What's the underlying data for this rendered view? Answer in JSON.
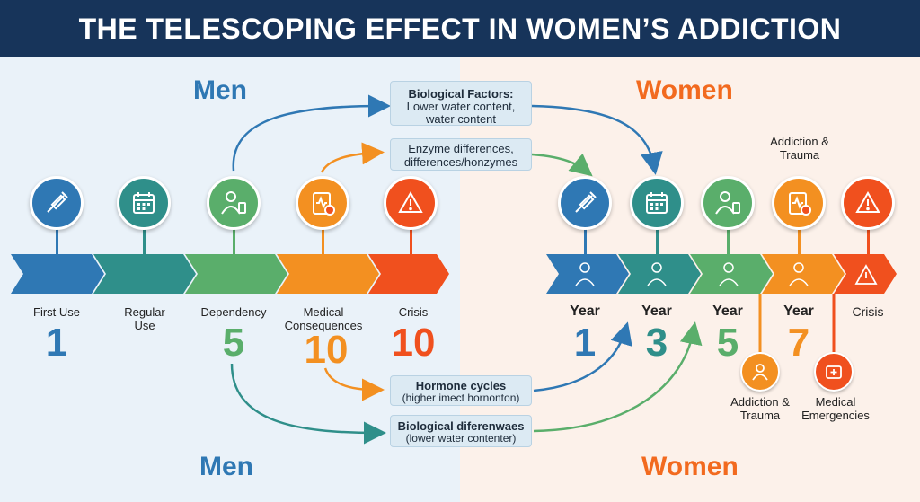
{
  "title": "THE TELESCOPING EFFECT IN WOMEN’S ADDICTION",
  "colors": {
    "header": "#17345a",
    "men": "#2f78b4",
    "women": "#f26a1f",
    "blue": "#2f78b4",
    "teal": "#2f8f8a",
    "green": "#5aae6b",
    "orange": "#f39021",
    "red": "#f0501e"
  },
  "men": {
    "heading": "Men",
    "footer": "Men",
    "stages": [
      {
        "label": "First Use",
        "number": "1",
        "icon": "syringe-icon",
        "color": "#2f78b4"
      },
      {
        "label": "Regular Use",
        "number": "",
        "icon": "calendar-icon",
        "color": "#2f8f8a"
      },
      {
        "label": "Dependency",
        "number": "5",
        "icon": "person-bottle-icon",
        "color": "#5aae6b"
      },
      {
        "label": "Medical Consequences",
        "number": "10",
        "icon": "medical-chart-icon",
        "color": "#f39021"
      },
      {
        "label": "Crisis",
        "number": "10",
        "icon": "warning-icon",
        "color": "#f0501e"
      }
    ]
  },
  "women": {
    "heading": "Women",
    "footer": "Women",
    "top_note": "Addiction & Trauma",
    "stages": [
      {
        "label": "Year",
        "number": "1",
        "icon": "syringe-icon",
        "color": "#2f78b4"
      },
      {
        "label": "Year",
        "number": "3",
        "icon": "calendar-icon",
        "color": "#2f8f8a"
      },
      {
        "label": "Year",
        "number": "5",
        "icon": "person-bottle-icon",
        "color": "#5aae6b"
      },
      {
        "label": "Year",
        "number": "7",
        "icon": "medical-chart-icon",
        "color": "#f39021"
      },
      {
        "label": "Crisis",
        "number": "",
        "icon": "warning-icon",
        "color": "#f0501e"
      }
    ],
    "branches": [
      {
        "label": "Addiction & Trauma",
        "icon": "woman-icon",
        "color": "#f39021"
      },
      {
        "label": "Medical Emergencies",
        "icon": "first-aid-icon",
        "color": "#f0501e"
      }
    ]
  },
  "factors": [
    {
      "title": "Biological Factors:",
      "subtitle": "Lower water content, water content"
    },
    {
      "title": "",
      "subtitle": "Enzyme differences, differences/honzymes"
    },
    {
      "title": "Hormone cycles",
      "subtitle": "(higher imect hornonton)"
    },
    {
      "title": "Biological diferenwaes",
      "subtitle": "(lower water contenter)"
    }
  ]
}
